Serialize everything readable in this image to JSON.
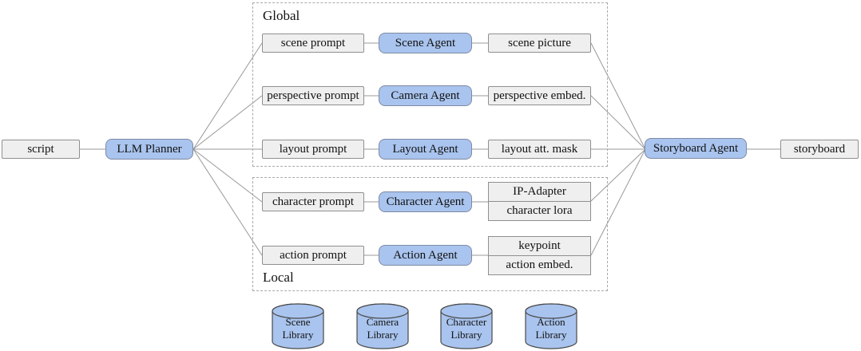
{
  "figure": {
    "groups": {
      "global": "Global",
      "local": "Local"
    },
    "input": {
      "label": "script"
    },
    "planner": {
      "label": "LLM Planner"
    },
    "rows": [
      {
        "prompt": "scene prompt",
        "agent": "Scene Agent",
        "outputs": [
          "scene picture"
        ]
      },
      {
        "prompt": "perspective prompt",
        "agent": "Camera Agent",
        "outputs": [
          "perspective embed."
        ]
      },
      {
        "prompt": "layout prompt",
        "agent": "Layout Agent",
        "outputs": [
          "layout att. mask"
        ]
      },
      {
        "prompt": "character prompt",
        "agent": "Character Agent",
        "outputs": [
          "IP-Adapter",
          "character lora"
        ]
      },
      {
        "prompt": "action prompt",
        "agent": "Action Agent",
        "outputs": [
          "keypoint",
          "action embed."
        ]
      }
    ],
    "aggregator": {
      "label": "Storyboard Agent"
    },
    "output": {
      "label": "storyboard"
    },
    "libraries": [
      {
        "label": "Scene\nLibrary"
      },
      {
        "label": "Camera\nLibrary"
      },
      {
        "label": "Character\nLibrary"
      },
      {
        "label": "Action\nLibrary"
      }
    ],
    "colors": {
      "agent_fill": "#a9c4ee",
      "agent_border": "#7e8aa5",
      "box_fill": "#efefef",
      "box_border": "#8f8f8f",
      "cylinder_fill": "#a9c4ee",
      "cylinder_border": "#4a4a4a",
      "connector": "#999999",
      "group_border": "#a9a9a9"
    }
  }
}
